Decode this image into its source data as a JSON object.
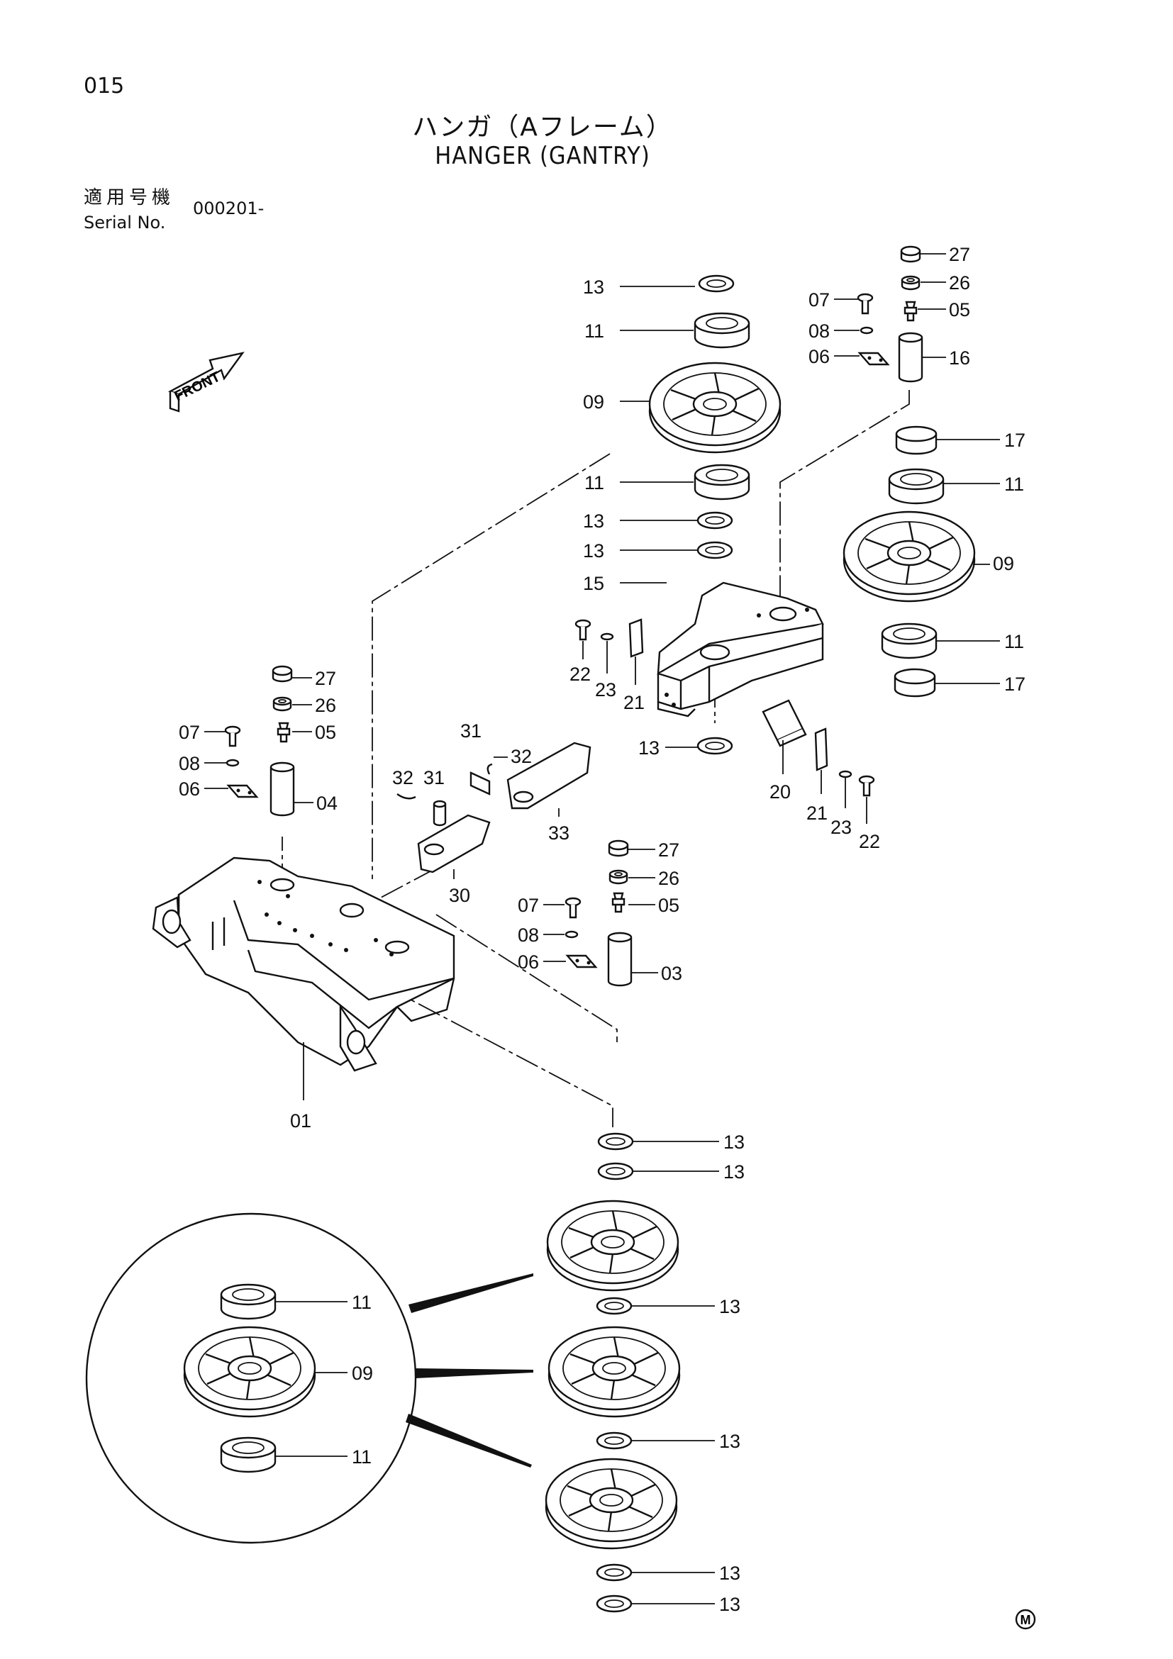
{
  "header": {
    "page_number": "015",
    "title_jp": "ハンガ（Aフレーム）",
    "title_en": "HANGER (GANTRY)",
    "serial_label_jp": "適用号機",
    "serial_label_en": "Serial No.",
    "serial_value": "000201-"
  },
  "front_arrow": {
    "label": "FRONT"
  },
  "callouts": [
    {
      "text": "13"
    },
    {
      "text": "11"
    },
    {
      "text": "09"
    },
    {
      "text": "11"
    },
    {
      "text": "13"
    },
    {
      "text": "13"
    },
    {
      "text": "15"
    },
    {
      "text": "27"
    },
    {
      "text": "26"
    },
    {
      "text": "07"
    },
    {
      "text": "05"
    },
    {
      "text": "08"
    },
    {
      "text": "06"
    },
    {
      "text": "16"
    },
    {
      "text": "17"
    },
    {
      "text": "11"
    },
    {
      "text": "09"
    },
    {
      "text": "11"
    },
    {
      "text": "17"
    },
    {
      "text": "22"
    },
    {
      "text": "23"
    },
    {
      "text": "21"
    },
    {
      "text": "13"
    },
    {
      "text": "20"
    },
    {
      "text": "21"
    },
    {
      "text": "23"
    },
    {
      "text": "22"
    },
    {
      "text": "27"
    },
    {
      "text": "26"
    },
    {
      "text": "07"
    },
    {
      "text": "05"
    },
    {
      "text": "08"
    },
    {
      "text": "06"
    },
    {
      "text": "04"
    },
    {
      "text": "31"
    },
    {
      "text": "32"
    },
    {
      "text": "32"
    },
    {
      "text": "31"
    },
    {
      "text": "33"
    },
    {
      "text": "30"
    },
    {
      "text": "27"
    },
    {
      "text": "26"
    },
    {
      "text": "07"
    },
    {
      "text": "05"
    },
    {
      "text": "08"
    },
    {
      "text": "06"
    },
    {
      "text": "03"
    },
    {
      "text": "01"
    },
    {
      "text": "13"
    },
    {
      "text": "13"
    },
    {
      "text": "13"
    },
    {
      "text": "13"
    },
    {
      "text": "13"
    },
    {
      "text": "13"
    },
    {
      "text": "11"
    },
    {
      "text": "09"
    },
    {
      "text": "11"
    }
  ],
  "mark": "M"
}
